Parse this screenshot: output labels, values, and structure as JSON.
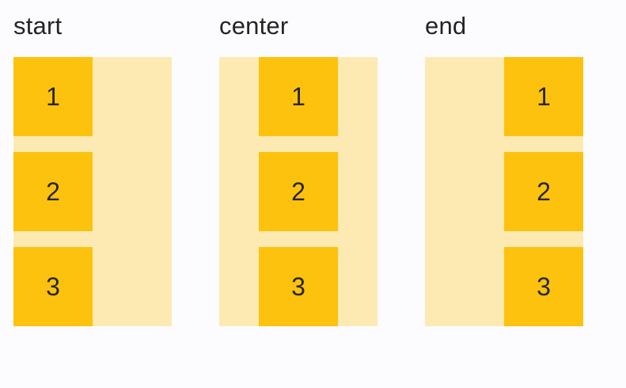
{
  "page": {
    "background": "#fcfcff"
  },
  "colors": {
    "stack_track": "#fdeab3",
    "item_box": "#fdc20d",
    "label_text": "#242424",
    "item_number_text": "#262626"
  },
  "groups": [
    {
      "label": "start",
      "alignment": "start",
      "items": [
        "1",
        "2",
        "3"
      ]
    },
    {
      "label": "center",
      "alignment": "center",
      "items": [
        "1",
        "2",
        "3"
      ]
    },
    {
      "label": "end",
      "alignment": "end",
      "items": [
        "1",
        "2",
        "3"
      ]
    }
  ]
}
